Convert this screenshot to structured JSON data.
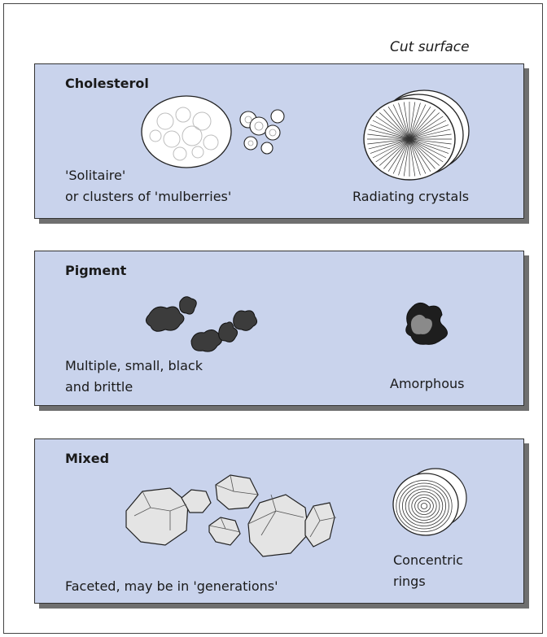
{
  "cut_surface_label": "Cut surface",
  "panels": {
    "cholesterol": {
      "title": "Cholesterol",
      "left_caption": [
        "'Solitaire'",
        "or clusters of 'mulberries'"
      ],
      "right_caption": [
        "Radiating crystals"
      ]
    },
    "pigment": {
      "title": "Pigment",
      "left_caption": [
        "Multiple, small, black",
        "and brittle"
      ],
      "right_caption": [
        "Amorphous"
      ]
    },
    "mixed": {
      "title": "Mixed",
      "left_caption": [
        "Faceted, may be in 'generations'"
      ],
      "right_caption": [
        "Concentric",
        "rings"
      ]
    }
  },
  "colors": {
    "panel_fill": "#c9d3ec",
    "panel_shadow": "#6f6f6f",
    "stone_white": "#ffffff",
    "pigment_dark": "#3c3c3c",
    "mixed_stone": "#e4e4e4"
  },
  "icons": [
    "cholesterol-solitaire-stone",
    "mulberry-cluster",
    "radiating-crystal-cross-section",
    "pigment-stones",
    "amorphous-cross-section",
    "faceted-stones",
    "concentric-rings-cross-section"
  ]
}
